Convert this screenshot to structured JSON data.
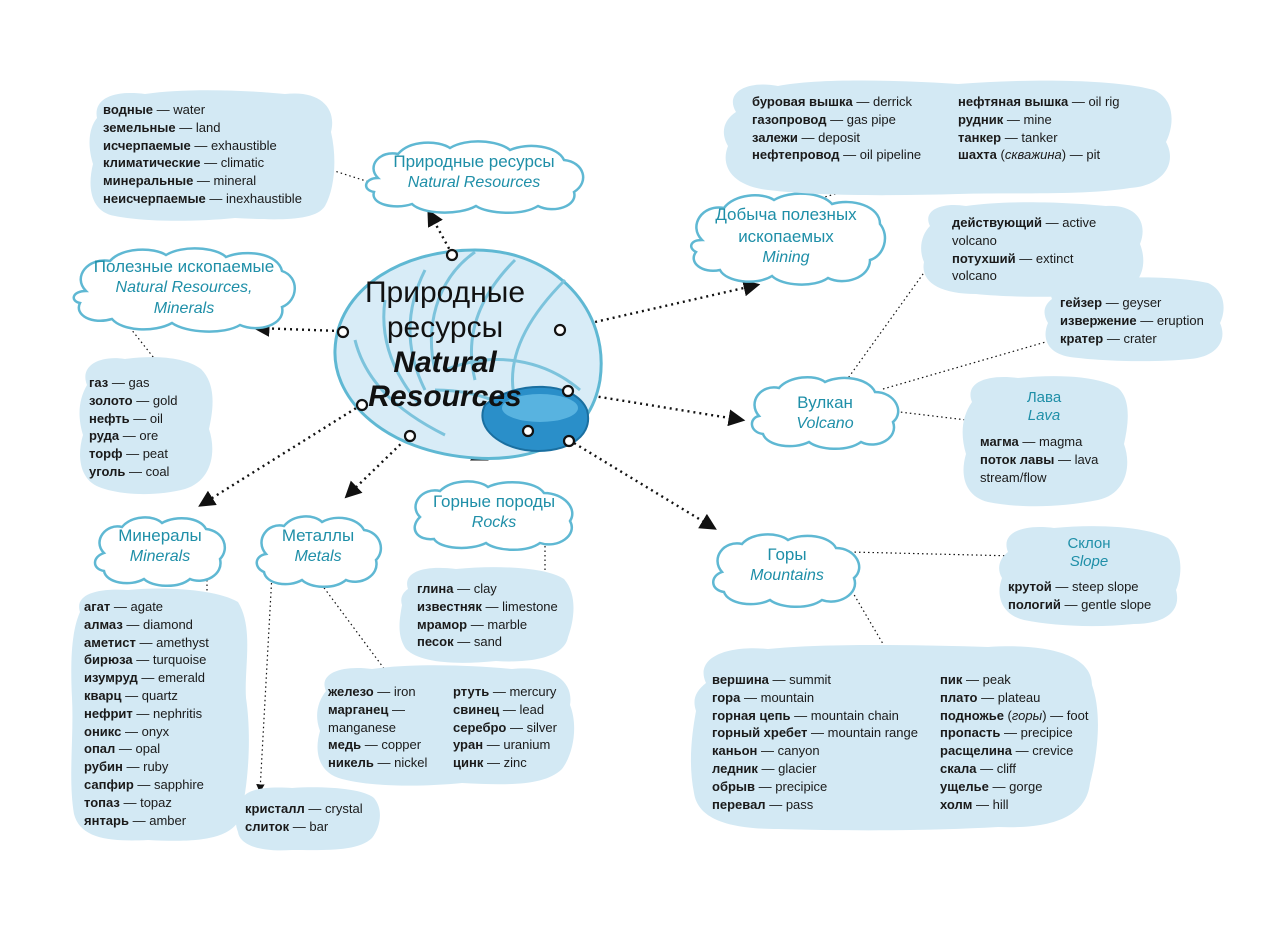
{
  "center": {
    "title_ru_1": "Природные",
    "title_ru_2": "ресурсы",
    "title_en_1": "Natural",
    "title_en_2": "Resources"
  },
  "nodes": {
    "natural_resources": {
      "ru": "Природные ресурсы",
      "en": "Natural Resources"
    },
    "useful_minerals": {
      "ru": "Полезные ископаемые",
      "en_1": "Natural Resources,",
      "en_2": "Minerals"
    },
    "mining": {
      "ru_1": "Добыча полезных",
      "ru_2": "ископаемых",
      "en": "Mining"
    },
    "volcano": {
      "ru": "Вулкан",
      "en": "Volcano"
    },
    "minerals": {
      "ru": "Минералы",
      "en": "Minerals"
    },
    "metals": {
      "ru": "Металлы",
      "en": "Metals"
    },
    "rocks": {
      "ru": "Горные породы",
      "en": "Rocks"
    },
    "mountains": {
      "ru": "Горы",
      "en": "Mountains"
    }
  },
  "vocab": {
    "resource_types": [
      {
        "ru": "водные",
        "en": "water"
      },
      {
        "ru": "земельные",
        "en": "land"
      },
      {
        "ru": "исчерпаемые",
        "en": "exhaustible"
      },
      {
        "ru": "климатические",
        "en": "climatic"
      },
      {
        "ru": "минеральные",
        "en": "mineral"
      },
      {
        "ru": "неисчерпаемые",
        "en": "inexhaustible"
      }
    ],
    "mining_left": [
      {
        "ru": "буровая вышка",
        "en": "derrick"
      },
      {
        "ru": "газопровод",
        "en": "gas pipe"
      },
      {
        "ru": "залежи",
        "en": "deposit"
      },
      {
        "ru": "нефтепровод",
        "en": "oil pipeline"
      }
    ],
    "mining_right": [
      {
        "ru": "нефтяная вышка",
        "en": "oil rig"
      },
      {
        "ru": "рудник",
        "en": "mine"
      },
      {
        "ru": "танкер",
        "en": "tanker"
      },
      {
        "ru": "шахта",
        "note": "скважина",
        "en": "pit"
      }
    ],
    "volcano_state": [
      {
        "ru": "действующий",
        "en_1": "active",
        "en_2": "volcano"
      },
      {
        "ru": "потухший",
        "en_1": "extinct",
        "en_2": "volcano"
      }
    ],
    "geyser": [
      {
        "ru": "гейзер",
        "en": "geyser"
      },
      {
        "ru": "извержение",
        "en": "eruption"
      },
      {
        "ru": "кратер",
        "en": "crater"
      }
    ],
    "lava": {
      "title_ru": "Лава",
      "title_en": "Lava",
      "items": [
        {
          "ru": "магма",
          "en": "magma"
        },
        {
          "ru": "поток лавы",
          "en_1": "lava",
          "en_2": "stream/flow"
        }
      ]
    },
    "fuels": [
      {
        "ru": "газ",
        "en": "gas"
      },
      {
        "ru": "золото",
        "en": "gold"
      },
      {
        "ru": "нефть",
        "en": "oil"
      },
      {
        "ru": "руда",
        "en": "ore"
      },
      {
        "ru": "торф",
        "en": "peat"
      },
      {
        "ru": "уголь",
        "en": "coal"
      }
    ],
    "minerals_list": [
      {
        "ru": "агат",
        "en": "agate"
      },
      {
        "ru": "алмаз",
        "en": "diamond"
      },
      {
        "ru": "аметист",
        "en": "amethyst"
      },
      {
        "ru": "бирюза",
        "en": "turquoise"
      },
      {
        "ru": "изумруд",
        "en": "emerald"
      },
      {
        "ru": "кварц",
        "en": "quartz"
      },
      {
        "ru": "нефрит",
        "en": "nephritis"
      },
      {
        "ru": "оникс",
        "en": "onyx"
      },
      {
        "ru": "опал",
        "en": "opal"
      },
      {
        "ru": "рубин",
        "en": "ruby"
      },
      {
        "ru": "сапфир",
        "en": "sapphire"
      },
      {
        "ru": "топаз",
        "en": "topaz"
      },
      {
        "ru": "янтарь",
        "en": "amber"
      }
    ],
    "metals_left": [
      {
        "ru": "железо",
        "en": "iron"
      },
      {
        "ru": "марганец",
        "en_1": "",
        "en_2": "manganese"
      },
      {
        "ru": "медь",
        "en": "copper"
      },
      {
        "ru": "никель",
        "en": "nickel"
      }
    ],
    "metals_right": [
      {
        "ru": "ртуть",
        "en": "mercury"
      },
      {
        "ru": "свинец",
        "en": "lead"
      },
      {
        "ru": "серебро",
        "en": "silver"
      },
      {
        "ru": "уран",
        "en": "uranium"
      },
      {
        "ru": "цинк",
        "en": "zinc"
      }
    ],
    "crystal": [
      {
        "ru": "кристалл",
        "en": "crystal"
      },
      {
        "ru": "слиток",
        "en": "bar"
      }
    ],
    "rocks_list": [
      {
        "ru": "глина",
        "en": "clay"
      },
      {
        "ru": "известняк",
        "en": "limestone"
      },
      {
        "ru": "мрамор",
        "en": "marble"
      },
      {
        "ru": "песок",
        "en": "sand"
      }
    ],
    "slope": {
      "title_ru": "Склон",
      "title_en": "Slope",
      "items": [
        {
          "ru": "крутой",
          "en": "steep slope"
        },
        {
          "ru": "пологий",
          "en": "gentle slope"
        }
      ]
    },
    "mountains_left": [
      {
        "ru": "вершина",
        "en": "summit"
      },
      {
        "ru": "гора",
        "en": "mountain"
      },
      {
        "ru": "горная цепь",
        "en": "mountain chain"
      },
      {
        "ru": "горный хребет",
        "en": "mountain range"
      },
      {
        "ru": "каньон",
        "en": "canyon"
      },
      {
        "ru": "ледник",
        "en": "glacier"
      },
      {
        "ru": "обрыв",
        "en": "precipice"
      },
      {
        "ru": "перевал",
        "en": "pass"
      }
    ],
    "mountains_right": [
      {
        "ru": "пик",
        "en": "peak"
      },
      {
        "ru": "плато",
        "en": "plateau"
      },
      {
        "ru": "подножье",
        "note": "горы",
        "en": "foot"
      },
      {
        "ru": "пропасть",
        "en": "precipice"
      },
      {
        "ru": "расщелина",
        "en": "crevice"
      },
      {
        "ru": "скала",
        "en": "cliff"
      },
      {
        "ru": "ущелье",
        "en": "gorge"
      },
      {
        "ru": "холм",
        "en": "hill"
      }
    ]
  },
  "dash": "—",
  "colors": {
    "cloud_fill": "#d3e9f4",
    "cloud_outline": "#5fb8d3",
    "title_text": "#1f8fa8",
    "shell_dark": "#2a8fc9",
    "shell_light": "#cfe8f5"
  }
}
